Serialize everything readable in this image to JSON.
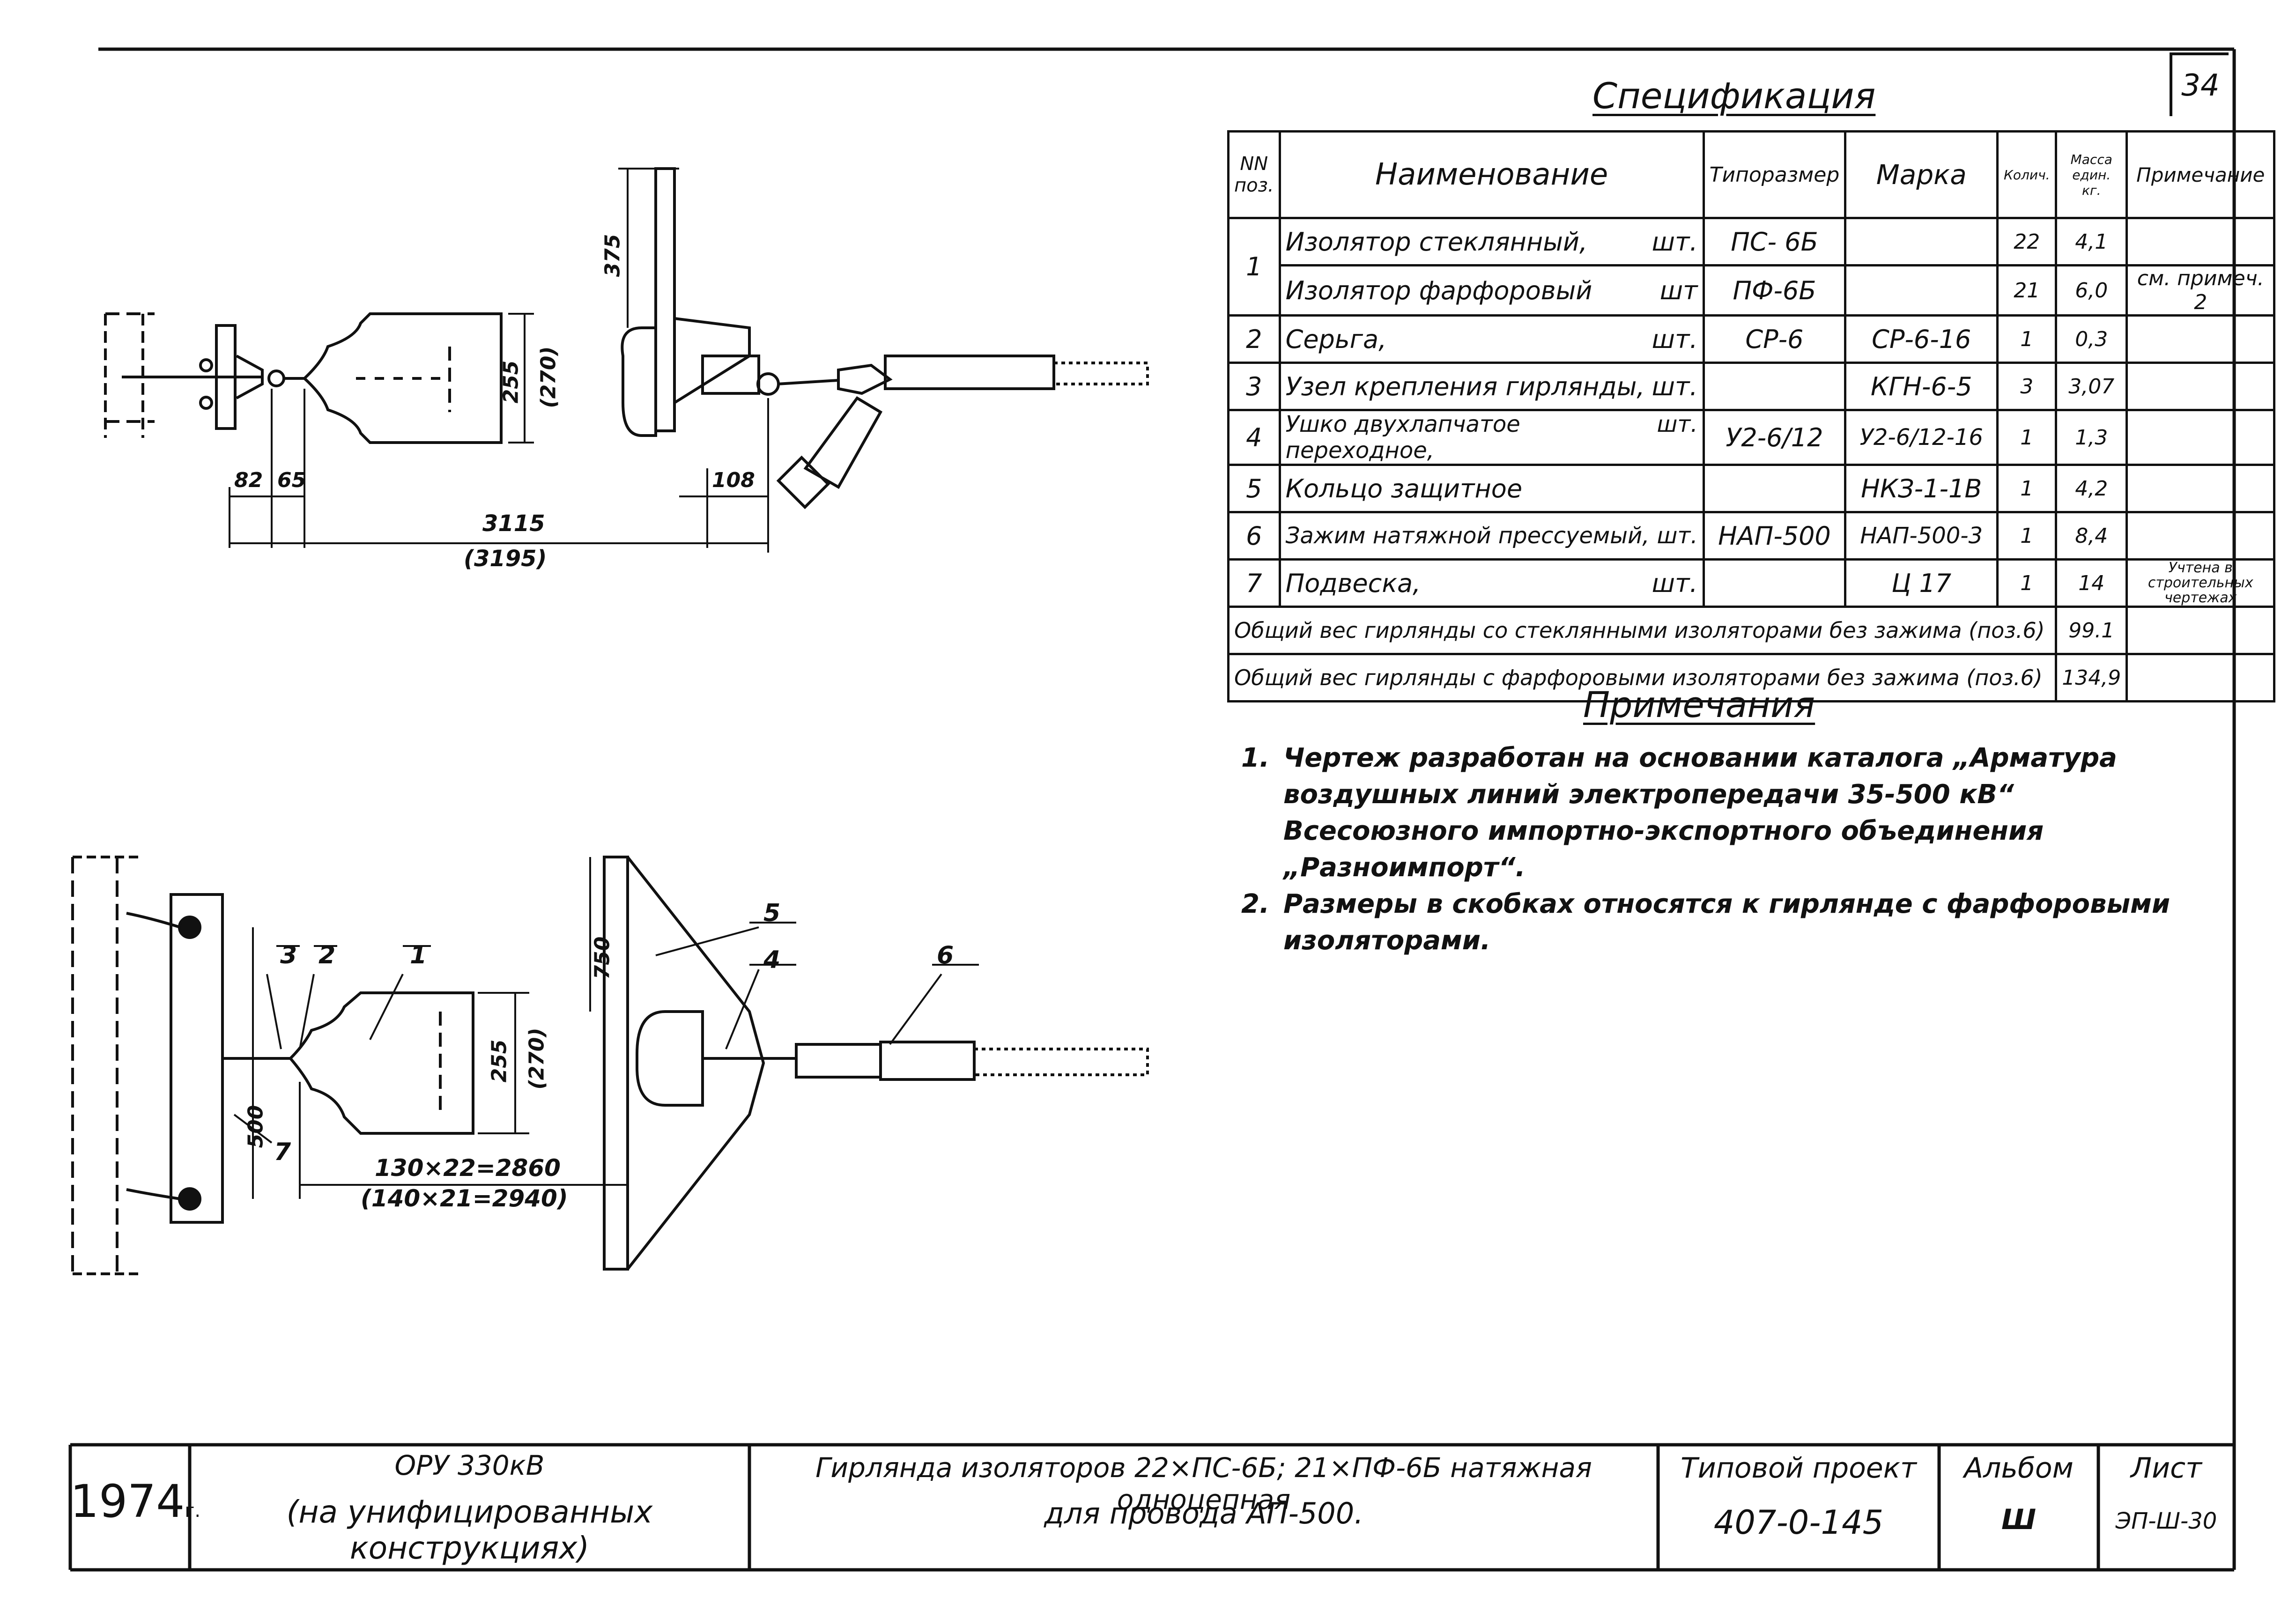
{
  "sheet_number": "34",
  "spec_title": "Спецификация",
  "spec_headers": {
    "pos": "NN поз.",
    "name": "Наименование",
    "type": "Типоразмер",
    "mark": "Марка",
    "qty": "Колич.",
    "mass": "Масса един. кг.",
    "note": "Примечание"
  },
  "spec_rows": [
    {
      "pos": "1",
      "name": "Изолятор стеклянный,",
      "unit": "шт.",
      "type": "ПС- 6Б",
      "mark": "",
      "qty": "22",
      "mass": "4,1",
      "note": ""
    },
    {
      "pos": "",
      "name": "Изолятор фарфоровый",
      "unit": "шт",
      "type": "ПФ-6Б",
      "mark": "",
      "qty": "21",
      "mass": "6,0",
      "note": "см. примеч. 2"
    },
    {
      "pos": "2",
      "name": "Серьга,",
      "unit": "шт.",
      "type": "СР-6",
      "mark": "СР-6-16",
      "qty": "1",
      "mass": "0,3",
      "note": ""
    },
    {
      "pos": "3",
      "name": "Узел крепления гирлянды,",
      "unit": "шт.",
      "type": "",
      "mark": "КГН-6-5",
      "qty": "3",
      "mass": "3,07",
      "note": ""
    },
    {
      "pos": "4",
      "name": "Ушко двухлапчатое переходное,",
      "unit": "шт.",
      "type": "У2-6/12",
      "mark": "У2-6/12-16",
      "qty": "1",
      "mass": "1,3",
      "note": ""
    },
    {
      "pos": "5",
      "name": "Кольцо защитное",
      "unit": "",
      "type": "",
      "mark": "НКЗ-1-1В",
      "qty": "1",
      "mass": "4,2",
      "note": ""
    },
    {
      "pos": "6",
      "name": "Зажим натяжной прессуемый,",
      "unit": "шт.",
      "type": "НАП-500",
      "mark": "НАП-500-3",
      "qty": "1",
      "mass": "8,4",
      "note": ""
    },
    {
      "pos": "7",
      "name": "Подвеска,",
      "unit": "шт.",
      "type": "",
      "mark": "Ц 17",
      "qty": "1",
      "mass": "14",
      "note": "Учтена в строительных чертежах"
    }
  ],
  "spec_totals": [
    {
      "label": "Общий вес гирлянды со стеклянными изоляторами без зажима (поз.6)",
      "value": "99.1"
    },
    {
      "label": "Общий вес гирлянды с фарфоровыми изоляторами без зажима (поз.6)",
      "value": "134,9"
    }
  ],
  "notes_title": "Примечания",
  "notes": [
    {
      "num": "1.",
      "text": "Чертеж разработан на основании каталога „Арматура воздушных линий электропередачи 35-500 кВ“ Всесоюзного импортно-экспортного объединения „Разноимпорт“."
    },
    {
      "num": "2.",
      "text": "Размеры в скобках относятся к гирлянде с фарфоровыми изоляторами."
    }
  ],
  "top_drawing": {
    "dims": [
      "375",
      "255",
      "(270)",
      "82",
      "65",
      "108",
      "3115",
      "(3195)"
    ]
  },
  "bottom_drawing": {
    "dims": [
      "750",
      "255",
      "(270)",
      "500",
      "130×22=2860",
      "(140×21=2940)"
    ],
    "callouts": [
      "1",
      "2",
      "3",
      "4",
      "5",
      "6",
      "7"
    ]
  },
  "title_block": {
    "year": "1974",
    "year_suffix": "г.",
    "object_line1": "ОРУ 330кВ",
    "object_line2": "(на унифицированных конструкциях)",
    "description_line1": "Гирлянда изоляторов 22×ПС-6Б; 21×ПФ-6Б натяжная одноцепная",
    "description_line2": "для провода АП-500.",
    "project_label": "Типовой проект",
    "project_number": "407-0-145",
    "album_label": "Альбом",
    "album_number": "Ш",
    "sheet_label": "Лист",
    "sheet_code": "ЭП-Ш-30"
  }
}
